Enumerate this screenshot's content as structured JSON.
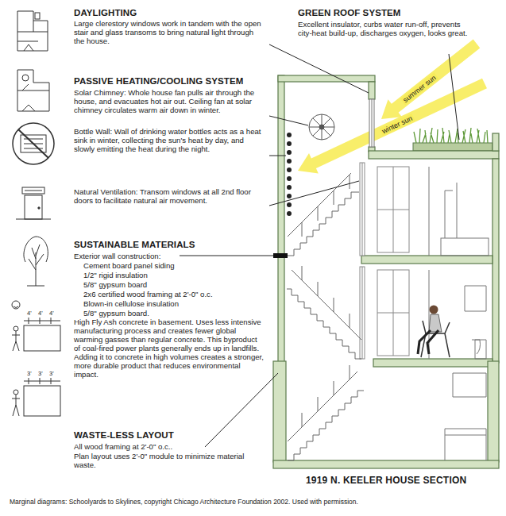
{
  "diagram": {
    "caption": "1919 N. KEELER HOUSE SECTION",
    "labels": [
      "DAYLIGHTING",
      "Large clerestory windows work in tandem with the open stair and glass transoms to bring natural light through the house.",
      "PASSIVE HEATING/COOLING SYSTEM",
      "Solar Chimney: Whole house fan pulls air through the house, and evacuates hot air out. Ceiling fan at solar chimney circulates warm air down in winter.",
      "Bottle Wall: Wall of drinking water bottles acts as a heat sink in winter, collecting the sun's heat by day, and slowly emitting the heat during the night.",
      "Natural Ventilation: Transom windows at all 2nd floor doors to facilitate natural air movement.",
      "SUSTAINABLE MATERIALS",
      "Exterior wall construction:",
      "Cement board panel siding",
      "1/2\" rigid insulation",
      "5/8\" gypsum board",
      "2x6 certified wood framing at 2'-0\" o.c.",
      "Blown-in cellulose insulation",
      "5/8\" gypsum board.",
      "High Fly Ash concrete in basement. Uses less intensive manufacturing process and creates fewer global warming gasses than regular concrete. This byproduct of coal-fired power plants generally ends up in landfills. Adding it to concrete in high volumes creates a stronger, more durable product that reduces environmental impact.",
      "WASTE-LESS LAYOUT",
      "All wood framing at 2'-0\" o.c..",
      "Plan layout uses 2'-0\" module to minimize material waste.",
      "GREEN ROOF SYSTEM",
      "Excellent insulator, curbs water run-off, prevents city-heat build-up, discharges oxygen, looks great.",
      "winter sun",
      "summer sun",
      "4'",
      "4'",
      "4'",
      "3'",
      "3'",
      "3'",
      "Marginal diagrams: Schoolyards to Skylines, copyright Chicago Architecture Foundation 2002. Used with permission."
    ]
  }
}
